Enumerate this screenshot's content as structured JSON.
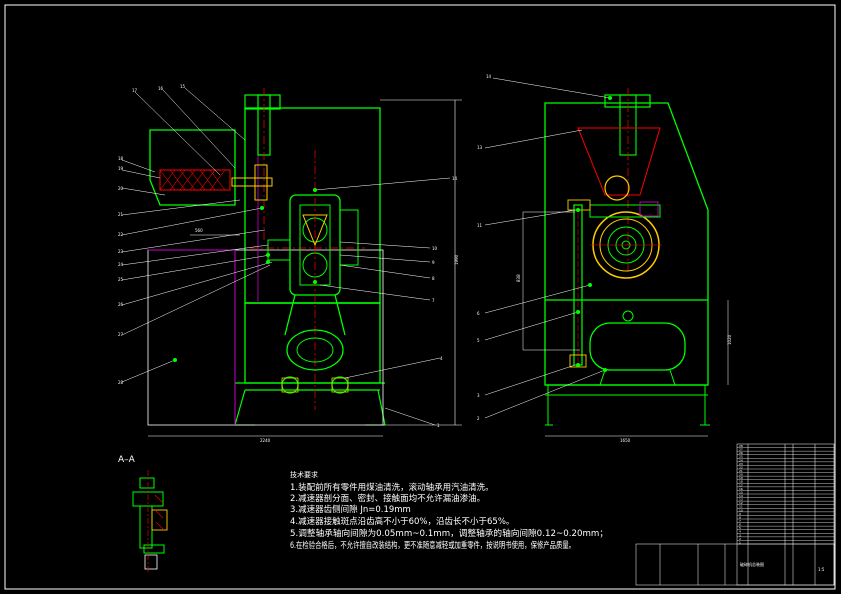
{
  "section_label": "A–A",
  "technical_requirements": {
    "title": "技术要求",
    "items": [
      "1.装配前所有零件用煤油清洗，滚动轴承用汽油清洗。",
      "2.减速器剖分面、密封、接触面均不允许漏油渗油。",
      "3.减速器齿侧间隙  Jn=0.19mm",
      "4.减速器接触斑点沿齿高不小于60%，沿齿长不小于65%。",
      "5.调整轴承轴向间隙为0.05mm~0.1mm，调整轴承的轴向间隙0.12~0.20mm；",
      "6.在检验合格后，不允许擅自改装结构，更不准随意减轻或加重零件，按说明书使用，保修产品质量。"
    ]
  },
  "dimensions": {
    "left_width": "2240",
    "left_height": "1990",
    "left_inner": "560",
    "right_width": "1650",
    "right_mid": "838",
    "right_low": "1020"
  },
  "callouts_left": [
    "17",
    "16",
    "15",
    "18",
    "19",
    "20",
    "21",
    "22",
    "23",
    "24",
    "25",
    "26",
    "27",
    "28"
  ],
  "callouts_mid": [
    "14",
    "10",
    "9",
    "8",
    "7",
    "4",
    "1"
  ],
  "callouts_right": [
    "14",
    "13",
    "11",
    "6",
    "5",
    "3",
    "2"
  ],
  "title_block": {
    "drawing_title": "破碎机总装图",
    "scale": "1:5",
    "rows": [
      "28",
      "27",
      "26",
      "25",
      "24",
      "23",
      "22",
      "21",
      "20",
      "19",
      "18",
      "17",
      "16",
      "15",
      "14",
      "13",
      "12",
      "11",
      "10",
      "9",
      "8",
      "7",
      "6",
      "5",
      "4",
      "3",
      "2",
      "1"
    ]
  },
  "colors": {
    "frame": "#00ff00",
    "centerline": "#ff0000",
    "motor": "#ffcc00",
    "hidden": "#cc00cc",
    "leader": "#ffffff"
  }
}
